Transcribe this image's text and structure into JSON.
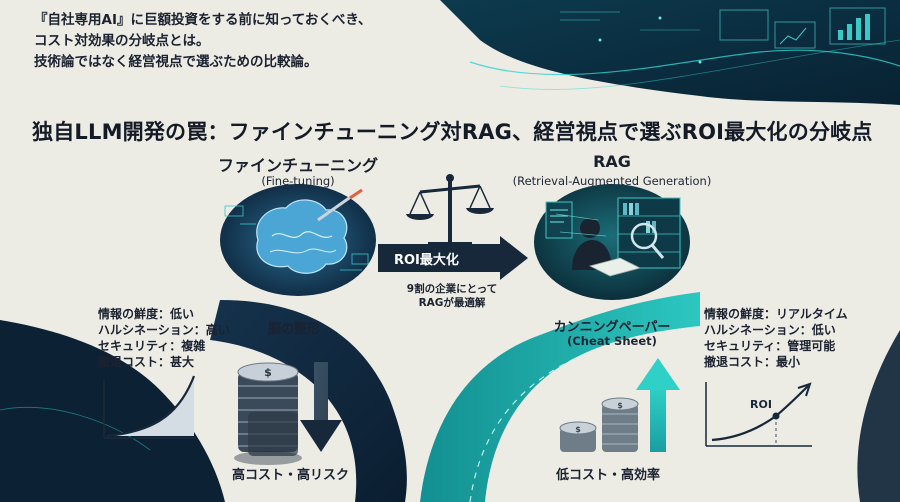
{
  "intro": [
    "『自社専用AI』に巨額投資をする前に知っておくべき、",
    "コスト対効果の分岐点とは。",
    "技術論ではなく経営視点で選ぶための比較論。"
  ],
  "title": "独自LLM開発の罠：ファインチューニング対RAG、経営視点で選ぶROI最大化の分岐点",
  "fine_tuning": {
    "heading": "ファインチューニング",
    "subheading": "(Fine-tuning)",
    "caption": "脳の整形",
    "attributes": [
      "情報の鮮度：低い",
      "ハルシネーション：高い",
      "セキュリティ：複雑",
      "撤退コスト：甚大"
    ],
    "verdict": "高コスト・高リスク"
  },
  "rag": {
    "heading": "RAG",
    "subheading": "(Retrieval-Augmented Generation)",
    "caption_line1": "カンニングペーパー",
    "caption_line2": "(Cheat Sheet)",
    "attributes": [
      "情報の鮮度：リアルタイム",
      "ハルシネーション：低い",
      "セキュリティ：管理可能",
      "撤退コスト：最小"
    ],
    "verdict": "低コスト・高効率",
    "chart_label": "ROI"
  },
  "center": {
    "arrow_label": "ROI最大化",
    "note_line1": "9割の企業にとって",
    "note_line2": "RAGが最適解"
  },
  "colors": {
    "navy": "#0f2a44",
    "teal": "#1fb3b0",
    "beige": "#ecebe4"
  }
}
